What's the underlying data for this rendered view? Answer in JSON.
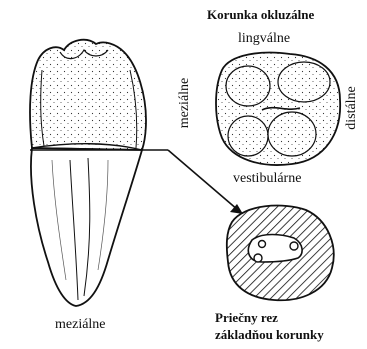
{
  "labels": {
    "title": "Korunka okluzálne",
    "lingual": "lingválne",
    "vestibular": "vestibulárne",
    "mesial_side": "meziálne",
    "distal_side": "distálne",
    "mesial_bottom": "meziálne",
    "section_line1": "Priečny rez",
    "section_line2": "základňou korunky"
  }
}
